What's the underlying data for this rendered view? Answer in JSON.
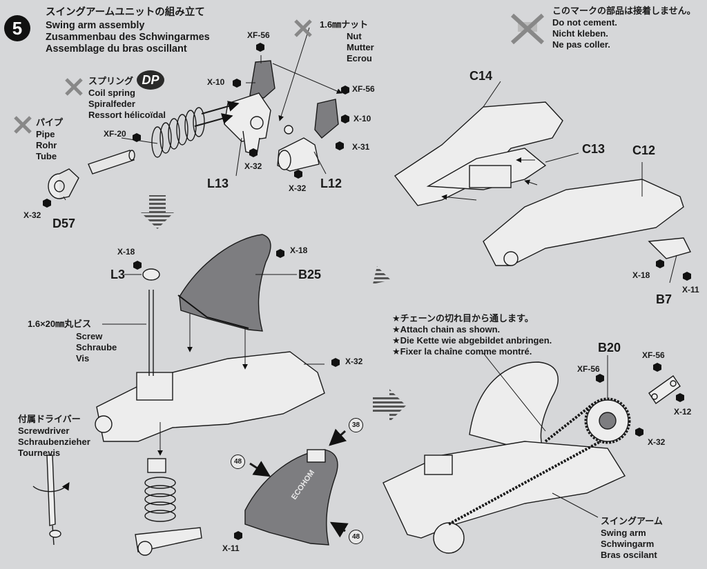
{
  "step": {
    "number": "5"
  },
  "title": {
    "jp": "スイングアームユニットの組み立て",
    "en": "Swing arm assembly",
    "de": "Zusammenbau des Schwingarmes",
    "fr": "Assemblage du bras oscillant"
  },
  "notice": {
    "jp": "このマークの部品は接着しません。",
    "en": "Do not cement.",
    "de": "Nicht kleben.",
    "fr": "Ne pas coller."
  },
  "nut": {
    "jp": "1.6㎜ナット",
    "en": "Nut",
    "de": "Mutter",
    "fr": "Ecrou"
  },
  "spring": {
    "jp": "スプリング",
    "en": "Coil spring",
    "de": "Spiralfeder",
    "fr": "Ressort hélicoïdal",
    "badge": "DP"
  },
  "pipe": {
    "jp": "パイプ",
    "en": "Pipe",
    "de": "Rohr",
    "fr": "Tube"
  },
  "screw": {
    "jp": "1.6×20㎜丸ビス",
    "en": "Screw",
    "de": "Schraube",
    "fr": "Vis"
  },
  "screwdriver": {
    "jp": "付属ドライバー",
    "en": "Screwdriver",
    "de": "Schraubenzieher",
    "fr": "Tournevis"
  },
  "chain_note": {
    "jp": "★チェーンの切れ目から通します。",
    "en": "★Attach chain as shown.",
    "de": "★Die Kette wie abgebildet anbringen.",
    "fr": "★Fixer la chaîne comme montré."
  },
  "swingarm": {
    "jp": "スイングアーム",
    "en": "Swing arm",
    "de": "Schwingarm",
    "fr": "Bras oscilant"
  },
  "parts": {
    "L13": "L13",
    "L12": "L12",
    "D57": "D57",
    "C14": "C14",
    "C13": "C13",
    "C12": "C12",
    "B7": "B7",
    "L3": "L3",
    "B25": "B25",
    "B20": "B20"
  },
  "colors": {
    "xf56_a": "XF-56",
    "xf56_b": "XF-56",
    "xf56_c": "XF-56",
    "xf56_d": "XF-56",
    "xf20": "XF-20",
    "x10_a": "X-10",
    "x10_b": "X-10",
    "x31": "X-31",
    "x32_a": "X-32",
    "x32_b": "X-32",
    "x32_c": "X-32",
    "x32_d": "X-32",
    "x32_e": "X-32",
    "x18_a": "X-18",
    "x18_b": "X-18",
    "x18_c": "X-18",
    "x11_a": "X-11",
    "x11_b": "X-11",
    "x12": "X-12"
  },
  "decals": {
    "d38": "38",
    "d48a": "48",
    "d48b": "48",
    "logo": "ECOHOM"
  },
  "palette": {
    "background": "#d6d7d9",
    "ink": "#1a1a1a",
    "part_fill": "#7d7d80"
  }
}
